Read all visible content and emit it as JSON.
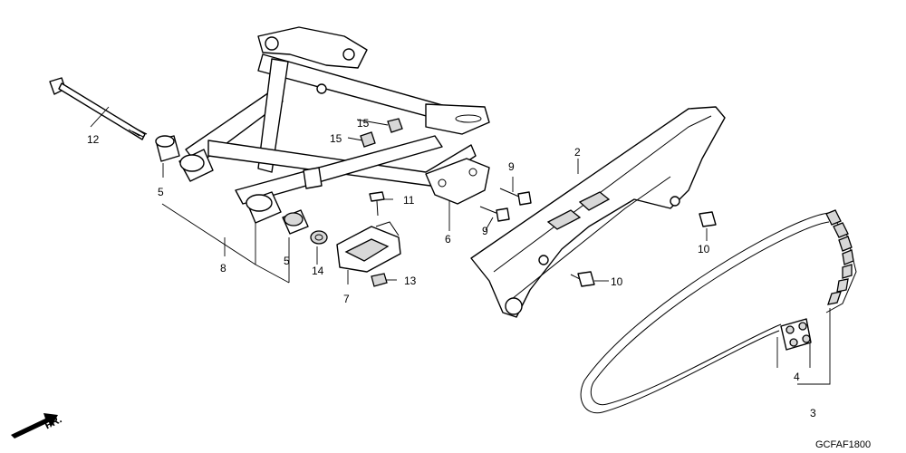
{
  "diagram": {
    "code": "GCFAF1800",
    "front_marker": "FR.",
    "callouts": [
      {
        "id": "c1",
        "text": "2"
      },
      {
        "id": "c2",
        "text": "3"
      },
      {
        "id": "c3",
        "text": "4"
      },
      {
        "id": "c4",
        "text": "5"
      },
      {
        "id": "c5",
        "text": "5"
      },
      {
        "id": "c6",
        "text": "6"
      },
      {
        "id": "c7",
        "text": "7"
      },
      {
        "id": "c8",
        "text": "8"
      },
      {
        "id": "c9",
        "text": "9"
      },
      {
        "id": "c10",
        "text": "9"
      },
      {
        "id": "c11",
        "text": "10"
      },
      {
        "id": "c12",
        "text": "10"
      },
      {
        "id": "c13",
        "text": "11"
      },
      {
        "id": "c14",
        "text": "12"
      },
      {
        "id": "c15",
        "text": "13"
      },
      {
        "id": "c16",
        "text": "14"
      },
      {
        "id": "c17",
        "text": "15"
      },
      {
        "id": "c18",
        "text": "15"
      }
    ]
  }
}
